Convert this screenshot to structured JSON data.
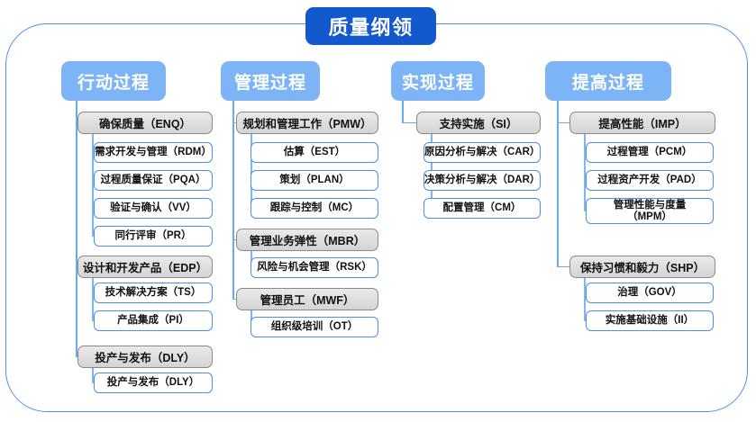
{
  "diagram": {
    "root": {
      "label": "质量纲领"
    },
    "colors": {
      "root_fill": "#1358cc",
      "header_fill": "#7db4f5",
      "group_fill": "#e0e0e0",
      "group_border": "#8a8a8a",
      "leaf_border": "#4a90e8",
      "connector": "#6aa8f0",
      "frame_border": "#4a90e8"
    },
    "columns": [
      {
        "header": "行动过程",
        "groups": [
          {
            "label": "确保质量（ENQ）",
            "items": [
              "需求开发与管理（RDM）",
              "过程质量保证（PQA）",
              "验证与确认（VV）",
              "同行评审（PR）"
            ]
          },
          {
            "label": "设计和开发产品（EDP）",
            "items": [
              "技术解决方案（TS）",
              "产品集成（PI）"
            ]
          },
          {
            "label": "投产与发布（DLY）",
            "items": [
              "投产与发布（DLY）"
            ]
          }
        ]
      },
      {
        "header": "管理过程",
        "groups": [
          {
            "label": "规划和管理工作（PMW）",
            "items": [
              "估算（EST）",
              "策划（PLAN）",
              "跟踪与控制（MC）"
            ]
          },
          {
            "label": "管理业务弹性（MBR）",
            "items": [
              "风险与机会管理（RSK）"
            ]
          },
          {
            "label": "管理员工（MWF）",
            "items": [
              "组织级培训（OT）"
            ]
          }
        ]
      },
      {
        "header": "实现过程",
        "groups": [
          {
            "label": "支持实施（SI）",
            "items": [
              "原因分析与解决（CAR）",
              "决策分析与解决（DAR）",
              "配置管理（CM）"
            ]
          }
        ]
      },
      {
        "header": "提高过程",
        "groups": [
          {
            "label": "提高性能（IMP）",
            "items": [
              "过程管理（PCM）",
              "过程资产开发（PAD）",
              "管理性能与度量\n（MPM）"
            ]
          },
          {
            "label": "保持习惯和毅力（SHP）",
            "items": [
              "治理（GOV）",
              "实施基础设施（II）"
            ]
          }
        ]
      }
    ]
  }
}
